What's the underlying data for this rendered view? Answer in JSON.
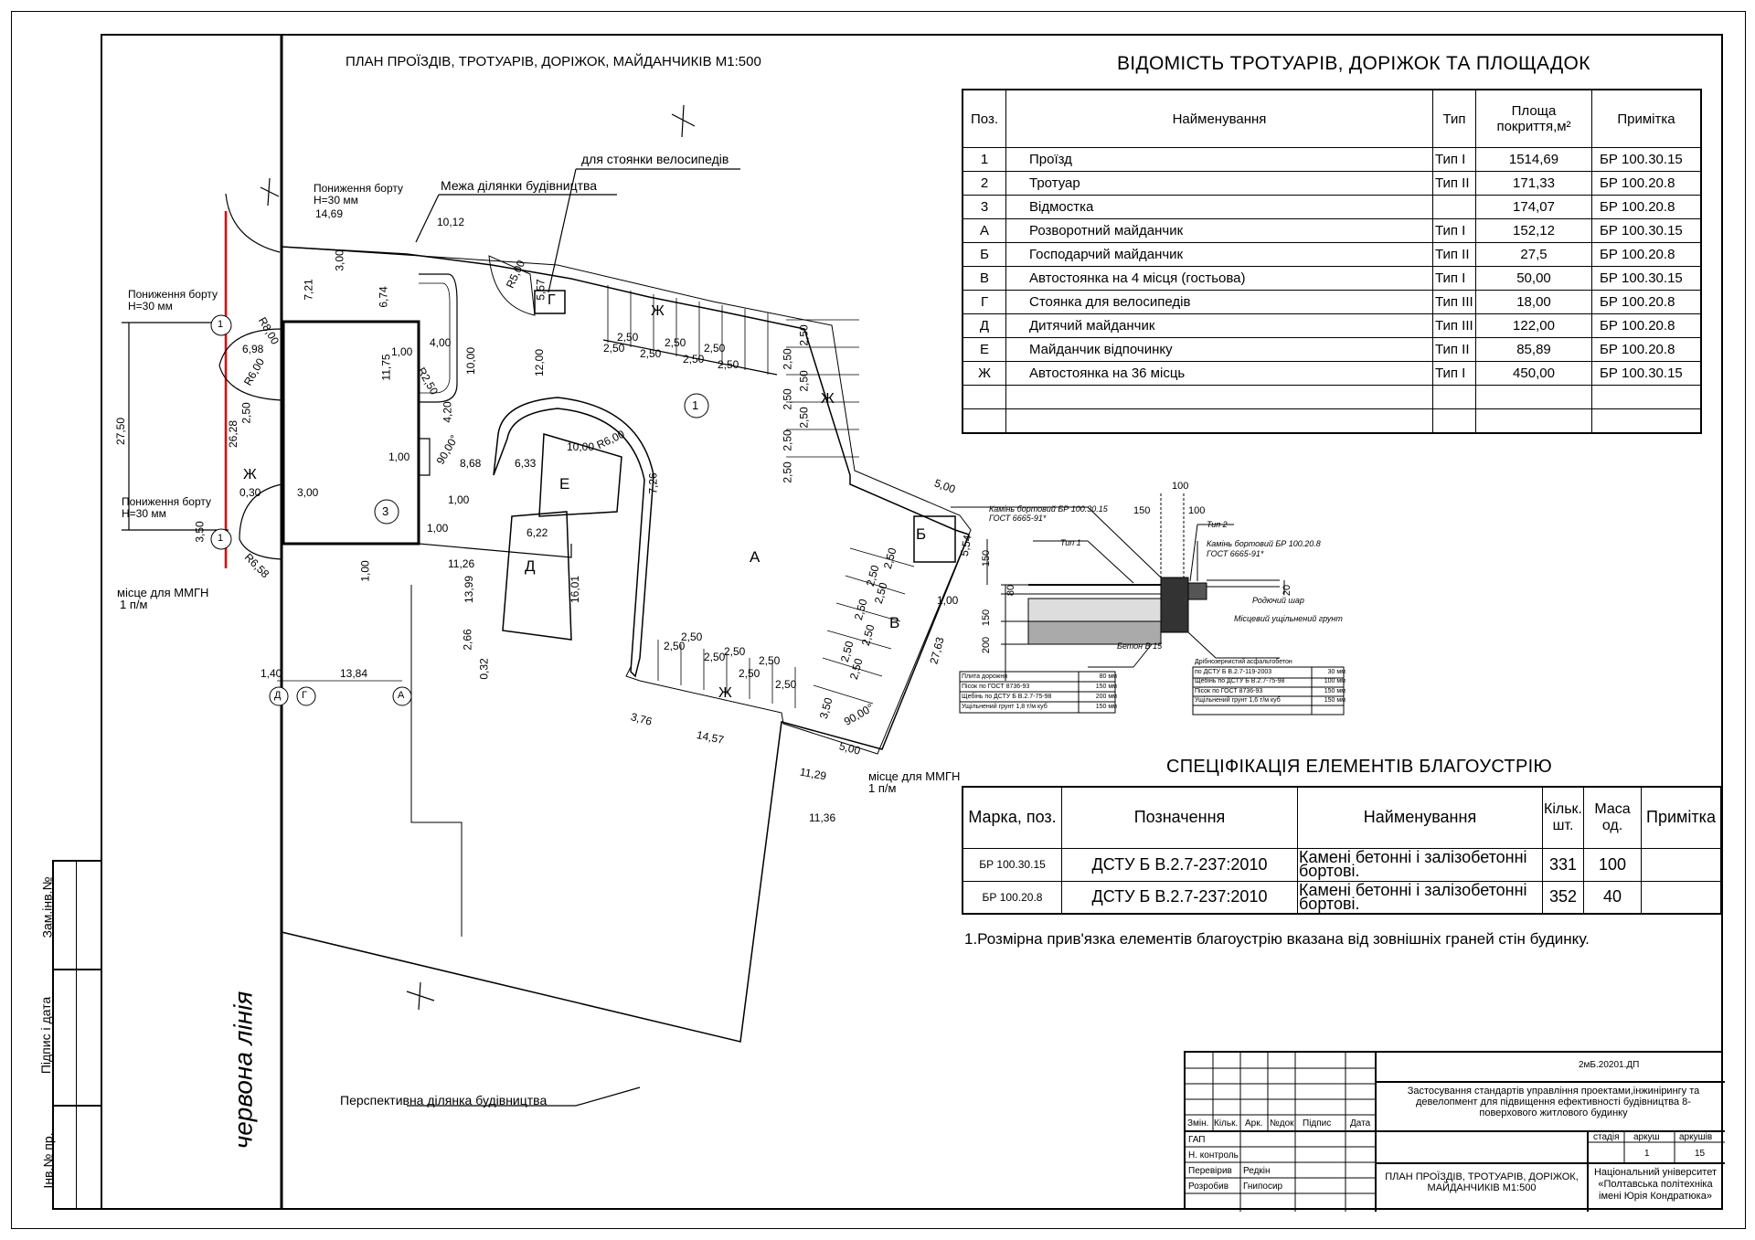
{
  "plan": {
    "title": "ПЛАН ПРОЇЗДІВ, ТРОТУАРІВ, ДОРІЖОК, МАЙДАНЧИКІВ М1:500",
    "labels": {
      "bike": "для стоянки велосипедів",
      "boundary": "Межа ділянки будівництва",
      "curb_top": "Пониження борту",
      "curb_top_h": "Н=30 мм",
      "curb_left": "Пониження борту",
      "curb_left_h": "Н=30 мм",
      "curb_low": "Пониження борту",
      "curb_low_h": "Н=30 мм",
      "mmgn1": "місце для ММГН",
      "mmgn1_n": "1 п/м",
      "mmgn2": "місце для ММГН",
      "mmgn2_n": "1 п/м",
      "perspective": "Перспективна ділянка будівництва",
      "red_line": "червона лінія"
    },
    "zones": [
      "А",
      "Б",
      "В",
      "Г",
      "Д",
      "Е",
      "Ж",
      "Ж",
      "Ж",
      "Ж"
    ],
    "circles": [
      "1",
      "3",
      "1",
      "1"
    ],
    "axes": [
      "Д",
      "Г",
      "А"
    ],
    "dims": {
      "d1469": "14,69",
      "d1012": "10,12",
      "d300": "3,00",
      "d721": "7,21",
      "d674": "6,74",
      "dR500": "R5,00",
      "d557": "5,57",
      "dR800": "R8,00",
      "d698": "6,98",
      "dR600a": "R6,00",
      "d100a": "1,00",
      "d400": "4,00",
      "d1175": "11,75",
      "d1000": "10,00",
      "d1200": "12,00",
      "dR250": "R2,50",
      "d420": "4,20",
      "d9000a": "90,00°",
      "d868": "8,68",
      "d633": "6,33",
      "d1000b": "10,00",
      "dR600b": "R6,00",
      "d726": "7,26",
      "d100b": "1,00",
      "d100c": "1,00",
      "d100d": "1,00",
      "d2750": "27,50",
      "d2628": "26,28",
      "d250a": "2,50",
      "d030": "0,30",
      "d300b": "3,00",
      "d350": "3,50",
      "dR658": "R6,58",
      "d1126": "11,26",
      "d622": "6,22",
      "d1399": "13,99",
      "d1601": "16,01",
      "d100e": "1,00",
      "d266": "2,66",
      "d032": "0,32",
      "d140": "1,40",
      "d1384": "13,84",
      "d376": "3,76",
      "d1457": "14,57",
      "d1129": "11,29",
      "d1136": "11,36",
      "d500a": "5,00",
      "d554": "5,54",
      "d100f": "1,00",
      "d2763": "27,63",
      "d500b": "5,00",
      "d9000b": "90,00°",
      "p_top": [
        "2,50",
        "2,50",
        "2,50",
        "2,50",
        "2,50",
        "2,50",
        "2,50"
      ],
      "p_right": [
        "2,50",
        "2,50",
        "2,50",
        "2,50",
        "2,50",
        "2,50",
        "2,50"
      ],
      "p_bot": [
        "2,50",
        "2,50",
        "2,50",
        "2,50",
        "2,50",
        "2,50",
        "2,50"
      ],
      "p_v": [
        "2,50",
        "2,50",
        "2,50",
        "2,50",
        "2,50",
        "2,50",
        "2,50",
        "3,50"
      ]
    }
  },
  "vedomist": {
    "title": "ВІДОМІСТЬ ТРОТУАРІВ, ДОРІЖОК ТА ПЛОЩАДОК",
    "headers": [
      "Поз.",
      "Найменування",
      "Тип",
      "Площа покриття,м²",
      "Примітка"
    ],
    "rows": [
      [
        "1",
        "Проїзд",
        "Тип I",
        "1514,69",
        "БР 100.30.15"
      ],
      [
        "2",
        "Тротуар",
        "Тип II",
        "171,33",
        "БР 100.20.8"
      ],
      [
        "3",
        "Відмостка",
        "",
        "174,07",
        "БР 100.20.8"
      ],
      [
        "А",
        "Розворотний майданчик",
        "Тип I",
        "152,12",
        "БР 100.30.15"
      ],
      [
        "Б",
        "Господарчий майданчик",
        "Тип II",
        "27,5",
        "БР 100.20.8"
      ],
      [
        "В",
        "Автостоянка на 4 місця (гостьова)",
        "Тип I",
        "50,00",
        "БР 100.30.15"
      ],
      [
        "Г",
        "Стоянка для велосипедів",
        "Тип III",
        "18,00",
        "БР 100.20.8"
      ],
      [
        "Д",
        "Дитячий майданчик",
        "Тип III",
        "122,00",
        "БР 100.20.8"
      ],
      [
        "Е",
        "Майданчик відпочинку",
        "Тип II",
        "85,89",
        "БР 100.20.8"
      ],
      [
        "Ж",
        "Автостоянка на 36 місць",
        "Тип I",
        "450,00",
        "БР 100.30.15"
      ],
      [
        "",
        "",
        "",
        "",
        ""
      ],
      [
        "",
        "",
        "",
        "",
        ""
      ]
    ]
  },
  "section": {
    "stone1": "Камінь бортовий БР 100.30.15",
    "stone1_gost": "ГОСТ 6665-91*",
    "type1": "Тип 1",
    "type2": "Тип 2",
    "stone2": "Камінь бортовий БР 100.20.8",
    "stone2_gost": "ГОСТ 6665-91*",
    "soil_layer": "Родючий шар",
    "compacted": "Місцевий ущільнений грунт",
    "concrete": "Бетон В 15",
    "d100a": "100",
    "d150": "150",
    "d100b": "100",
    "d150b": "150",
    "d80": "80",
    "d150c": "150",
    "d200": "200",
    "d20": "20",
    "layers1": [
      [
        "Плита дорожня",
        "80 мм"
      ],
      [
        "Пісок по ГОСТ 8736-93",
        "150 мм"
      ],
      [
        "Щебінь по ДСТУ Б В.2.7-75-98",
        "200 мм"
      ],
      [
        "Ущільнений грунт 1,8 т/м куб",
        "150 мм"
      ]
    ],
    "layers2": [
      [
        "Дрібнозернистий асфальтобетон",
        ""
      ],
      [
        "по ДСТУ Б В.2.7-119-2003",
        "30 мм"
      ],
      [
        "Щебінь по ДСТУ Б В.2.7-75-98",
        "100 мм"
      ],
      [
        "Пісок по ГОСТ 8736-93",
        "150 мм"
      ],
      [
        "Ущільнений грунт 1,6 т/м куб",
        "150 мм"
      ]
    ]
  },
  "spec": {
    "title": "СПЕЦІФІКАЦІЯ ЕЛЕМЕНТІВ БЛАГОУСТРІЮ",
    "headers": [
      "Марка, поз.",
      "Позначення",
      "Найменування",
      "Кільк. шт.",
      "Маса од.",
      "Примітка"
    ],
    "rows": [
      [
        "БР 100.30.15",
        "ДСТУ Б В.2.7-237:2010",
        "Камені бетонні і залізобетонні бортові.",
        "331",
        "100",
        ""
      ],
      [
        "БР 100.20.8",
        "ДСТУ Б В.2.7-237:2010",
        "Камені бетонні і залізобетонні бортові.",
        "352",
        "40",
        ""
      ]
    ]
  },
  "note": "1.Розмірна прив'язка елементів благоустрію вказана від зовнішніх граней стін будинку.",
  "side": {
    "zam": "Зам.інв.№",
    "sign": "Підпис і дата",
    "inv": "Інв.№ пр."
  },
  "stamp": {
    "code": "2мБ.20201.ДП",
    "project": "Застосування стандартів управління проектами,інжинірингу та девелопмент для підвищення ефективності будівництва 8-поверхового житлового будинку",
    "cols": [
      "Змін.",
      "Кільк.",
      "Арк.",
      "№док",
      "Підпис",
      "Дата"
    ],
    "stage_h": [
      "стадія",
      "аркуш",
      "аркушів"
    ],
    "stage_v": [
      "",
      "1",
      "15"
    ],
    "roles": [
      "ГАП",
      "Н. контроль",
      "Перевірив",
      "Розробив"
    ],
    "names": [
      "",
      "",
      "Редкін",
      "Гнипосир"
    ],
    "sheet": "ПЛАН ПРОЇЗДІВ, ТРОТУАРІВ, ДОРІЖОК, МАЙДАНЧИКІВ М1:500",
    "org": "Національний університет «Полтавська політехніка імені Юрія Кондратюка»"
  }
}
